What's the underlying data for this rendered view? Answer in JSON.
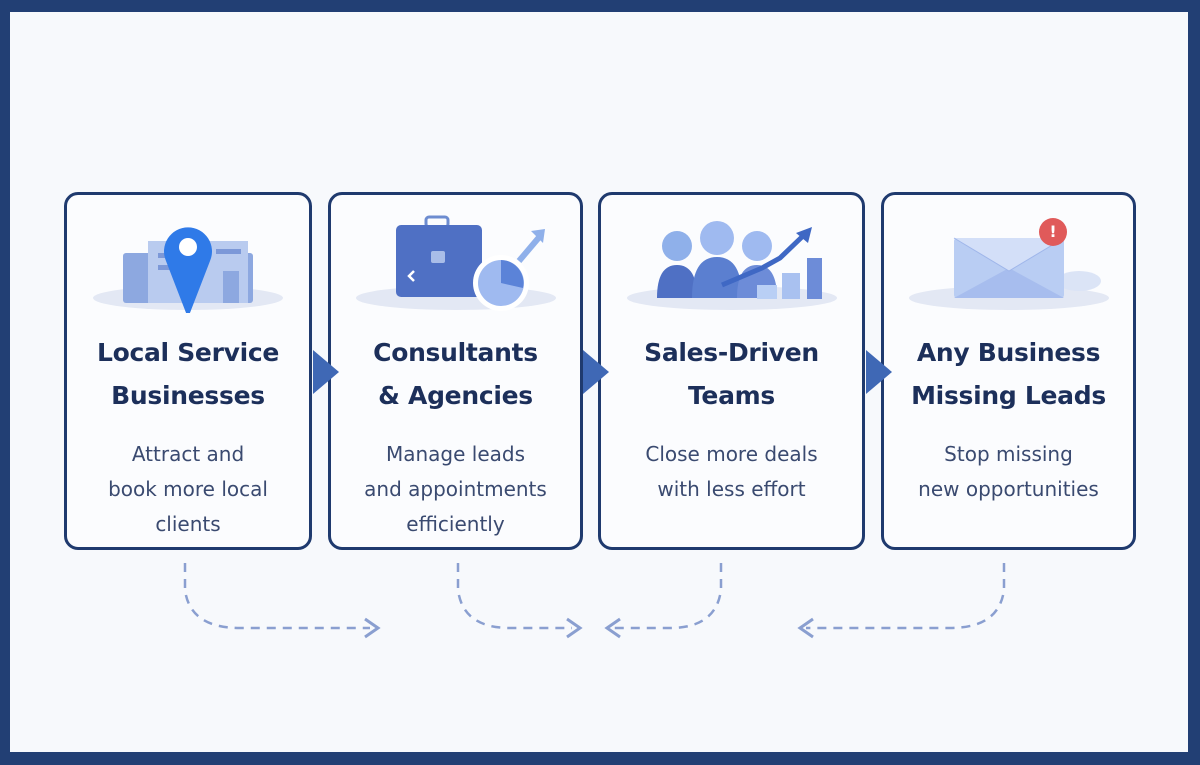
{
  "cards": [
    {
      "icon": "map-pin-storefront-icon",
      "title_lines": [
        "Local Service",
        "Businesses"
      ],
      "desc_lines": [
        "Attract and",
        "book more local",
        "clients"
      ]
    },
    {
      "icon": "briefcase-pie-chart-icon",
      "title_lines": [
        "Consultants",
        "& Agencies"
      ],
      "desc_lines": [
        "Manage leads",
        "and appointments",
        "efficiently"
      ]
    },
    {
      "icon": "team-growth-chart-icon",
      "title_lines": [
        "Sales-Driven",
        "Teams"
      ],
      "desc_lines": [
        "Close more deals",
        "with less effort"
      ]
    },
    {
      "icon": "envelope-alert-icon",
      "title_lines": [
        "Any Business",
        "Missing Leads"
      ],
      "desc_lines": [
        "Stop missing",
        "new opportunities"
      ]
    }
  ],
  "alert_badge": "!",
  "colors": {
    "frame": "#223f74",
    "card_border": "#1f3a6e",
    "accent": "#3f68b5",
    "title": "#1c2f5a",
    "text": "#3a4a70",
    "dash": "#8a9fd0",
    "alert": "#e05a5a"
  }
}
